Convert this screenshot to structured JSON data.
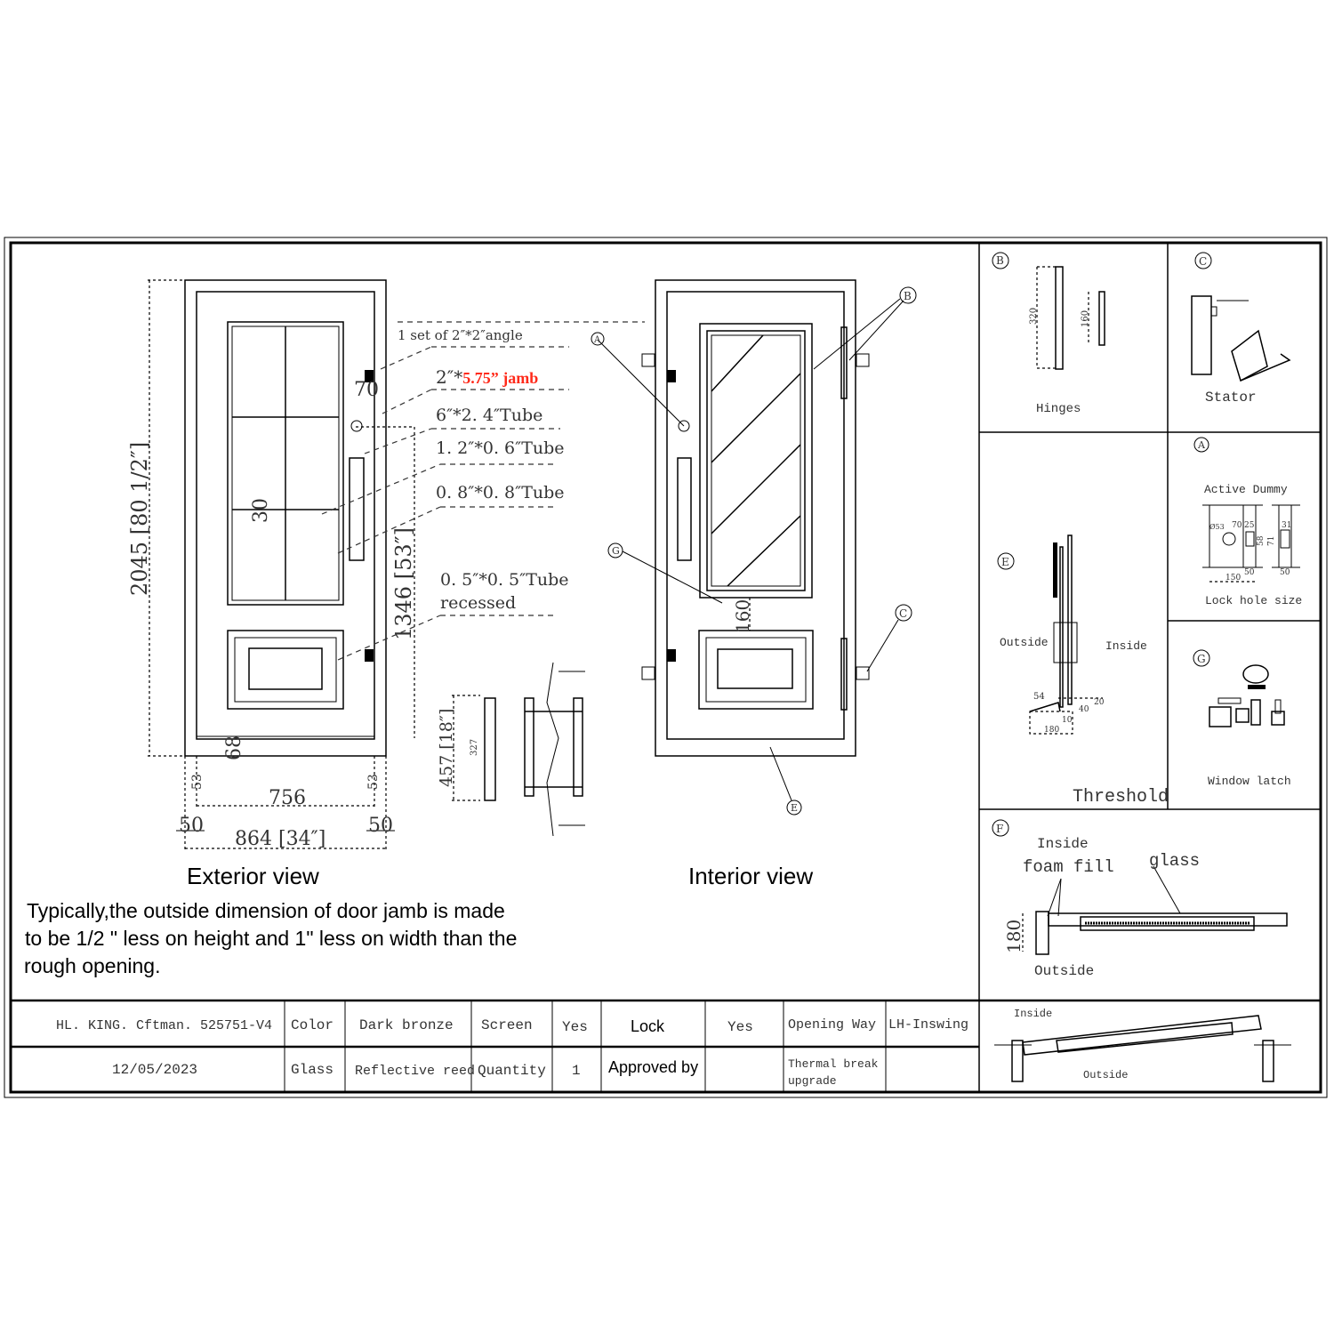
{
  "exterior": {
    "title": "Exterior view",
    "dim_height": "2045 [80 1/2″]",
    "dim_glass_height": "1346 [53″]",
    "dim_width_inner": "756",
    "dim_width_outer": "864 [34″]",
    "dim_side_left": "50",
    "dim_side_right": "50",
    "dim_small_left": "53",
    "dim_small_right": "53",
    "dim_bottom": "68",
    "dim_70": "70",
    "dim_30": "30",
    "handle_dim_outer": "457 [18″]",
    "handle_dim_inner": "327"
  },
  "callouts": {
    "angle": "1 set of 2″*2″angle",
    "jamb_prefix": "2″*",
    "jamb_red": "5.75” jamb",
    "tube1": "6″*2. 4″Tube",
    "tube2": "1. 2″*0. 6″Tube",
    "tube3": "0. 8″*0. 8″Tube",
    "tube4": "0. 5″*0. 5″Tube",
    "tube4b": "recessed"
  },
  "interior": {
    "title": "Interior view",
    "dim_160": "160",
    "markers": [
      "A",
      "B",
      "C",
      "E",
      "G"
    ]
  },
  "note": [
    "Typically,the outside dimension of door jamb is made",
    "to be 1/2 \" less on height and 1\" less on width than the",
    "rough opening."
  ],
  "details": {
    "hinges": {
      "marker": "B",
      "label": "Hinges",
      "dim1": "320",
      "dim2": "160"
    },
    "stator": {
      "marker": "C",
      "label": "Stator"
    },
    "threshold": {
      "marker": "E",
      "label": "Threshold",
      "outside": "Outside",
      "inside": "Inside",
      "d54": "54",
      "d20": "20",
      "d40": "40",
      "d10": "10",
      "d180": "180"
    },
    "lock": {
      "marker": "A",
      "title": "Active Dummy",
      "label": "Lock hole size",
      "d53": "Ø53",
      "d70": "70",
      "d25": "25",
      "d31": "31",
      "d58": "58",
      "d71": "71",
      "d150": "150",
      "d50a": "50",
      "d50b": "50"
    },
    "latch": {
      "marker": "G",
      "label": "Window latch"
    },
    "glass": {
      "marker": "F",
      "inside": "Inside",
      "foam": "foam fill",
      "glass": "glass",
      "outside": "Outside",
      "d180": "180"
    },
    "plan": {
      "inside": "Inside",
      "outside": "Outside"
    }
  },
  "table": {
    "model": "HL. KING. Cftman. 525751-V4",
    "date": "12/05/2023",
    "color_label": "Color",
    "color_value": "Dark bronze",
    "glass_label": "Glass",
    "glass_value": "Reflective reed",
    "screen_label": "Screen",
    "screen_value": "Yes",
    "quantity_label": "Quantity",
    "quantity_value": "1",
    "lock_label": "Lock",
    "lock_value": "Yes",
    "approved_label": "Approved by",
    "approved_value": "",
    "opening_label": "Opening Way",
    "opening_value": "LH-Inswing",
    "thermal1": "Thermal break",
    "thermal2": "upgrade"
  },
  "colors": {
    "accent_red": "#ff2a1a"
  }
}
